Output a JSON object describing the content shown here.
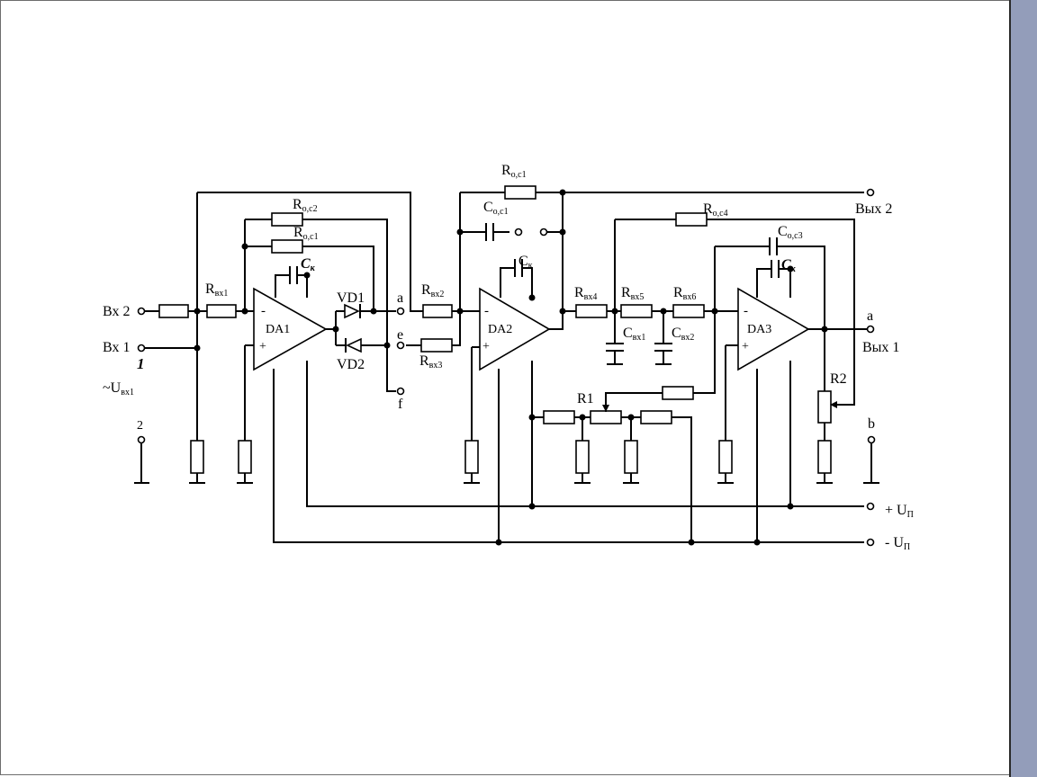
{
  "colors": {
    "sidebar": "#939dba",
    "background": "#ffffff",
    "line": "#000000"
  },
  "terminals": {
    "in2": "Вх 2",
    "in1": "Вх 1",
    "num1": "1",
    "uin_main": "~U",
    "uin_sub": "вх1",
    "num2": "2",
    "out2": "Вых 2",
    "out1": "Вых 1",
    "a_out": "a",
    "b_out": "b",
    "plus_main": "+ U",
    "minus_main": "- U",
    "supply_sub": "П"
  },
  "amps": {
    "da1": "DA1",
    "da2": "DA2",
    "da3": "DA3"
  },
  "diodes": {
    "vd1": "VD1",
    "vd2": "VD2"
  },
  "nodes": {
    "a": "a",
    "e": "e",
    "f": "f"
  },
  "resistors": {
    "R_main": "R",
    "rvx1_sub": "вх1",
    "rvx2_sub": "вх2",
    "rvx3_sub": "вх3",
    "rvx4_sub": "вх4",
    "rvx5_sub": "вх5",
    "rvx6_sub": "вх6",
    "roc1_sub": "о,с1",
    "roc2_sub": "о,с2",
    "roc4_sub": "о,с4",
    "r1": "R1",
    "r2": "R2"
  },
  "capacitors": {
    "C_main": "C",
    "ck_sub": "к",
    "coc1_sub": "о,с1",
    "coc3_sub": "о,с3",
    "cvx1_sub": "вх1",
    "cvx2_sub": "вх2"
  }
}
